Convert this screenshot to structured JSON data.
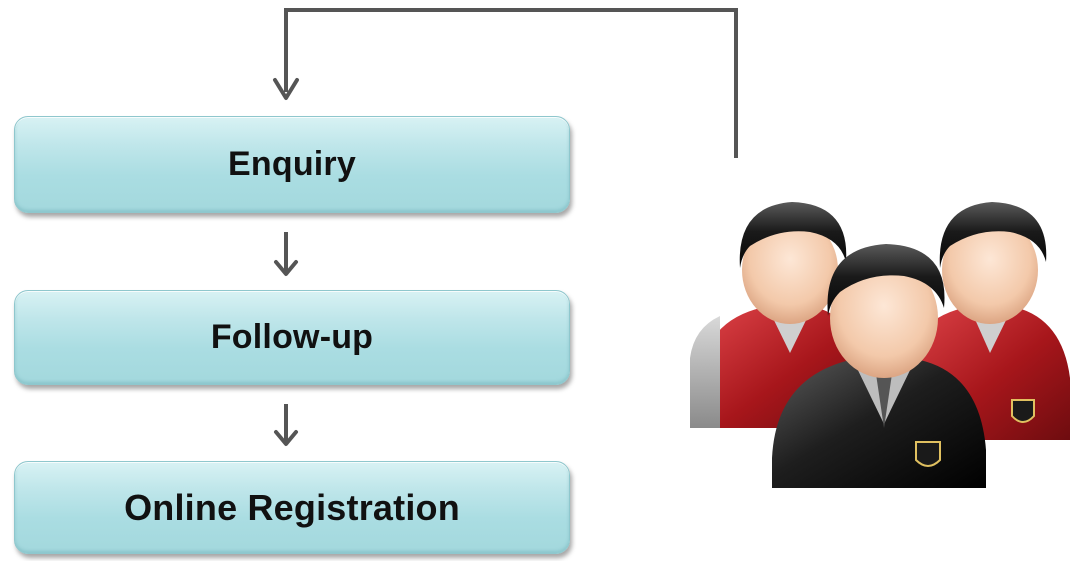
{
  "flow": {
    "steps": [
      {
        "id": "enquiry",
        "label": "Enquiry"
      },
      {
        "id": "followup",
        "label": "Follow-up"
      },
      {
        "id": "registration",
        "label": "Online Registration"
      }
    ]
  },
  "graphic": {
    "icon": "group-of-people-icon",
    "people_count": 3
  },
  "colors": {
    "box_fill": "#aadde2",
    "box_border": "#8fc7cd",
    "connector": "#555555",
    "jacket_red": "#b01e22",
    "jacket_black": "#1e1e1e",
    "hair": "#111111",
    "skin": "#f6d3b8"
  }
}
